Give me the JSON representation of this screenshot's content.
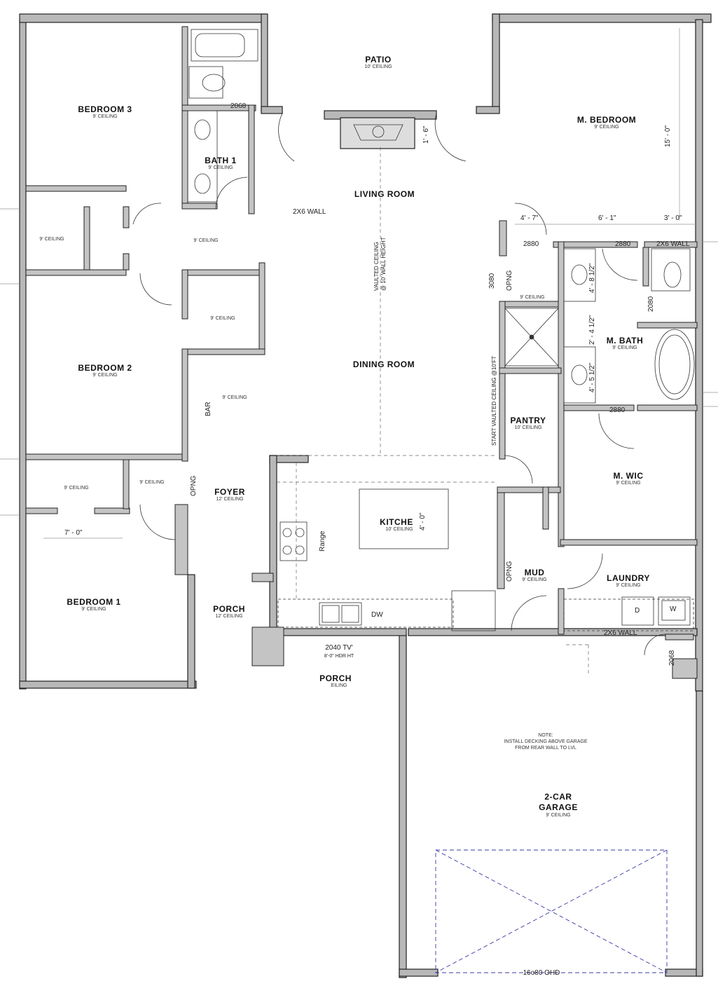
{
  "plan": {
    "rooms": [
      {
        "id": "patio",
        "name": "PATIO",
        "ceiling": "10' CEILING"
      },
      {
        "id": "bedroom3",
        "name": "BEDROOM 3",
        "ceiling": "9' CEILING"
      },
      {
        "id": "bath1",
        "name": "BATH 1",
        "ceiling": "9' CEILING"
      },
      {
        "id": "living",
        "name": "LIVING ROOM",
        "ceiling": ""
      },
      {
        "id": "mbedroom",
        "name": "M. BEDROOM",
        "ceiling": "9' CEILING"
      },
      {
        "id": "bedroom2",
        "name": "BEDROOM 2",
        "ceiling": "9' CEILING"
      },
      {
        "id": "dining",
        "name": "DINING ROOM",
        "ceiling": ""
      },
      {
        "id": "mbath",
        "name": "M. BATH",
        "ceiling": "9' CEILING"
      },
      {
        "id": "pantry",
        "name": "PANTRY",
        "ceiling": "10' CEILING"
      },
      {
        "id": "foyer",
        "name": "FOYER",
        "ceiling": "12' CEILING"
      },
      {
        "id": "kitchen",
        "name": "KITCHE",
        "ceiling": "10' CEILING"
      },
      {
        "id": "mwic",
        "name": "M. WIC",
        "ceiling": "9' CEILING"
      },
      {
        "id": "bedroom1",
        "name": "BEDROOM 1",
        "ceiling": "9' CEILING"
      },
      {
        "id": "porch_front",
        "name": "PORCH",
        "ceiling": "12' CEILING"
      },
      {
        "id": "mud",
        "name": "MUD",
        "ceiling": "9' CEILING"
      },
      {
        "id": "laundry",
        "name": "LAUNDRY",
        "ceiling": "9' CEILING"
      },
      {
        "id": "porch_back",
        "name": "PORCH",
        "ceiling": "EILING"
      },
      {
        "id": "garage",
        "name": "2-CAR\nGARAGE",
        "ceiling": "9' CEILING"
      }
    ],
    "misc_ceilings": {
      "hall": "9' CEILING",
      "closet_b3": "9' CEILING",
      "closet_b2": "9' CEILING",
      "bar_area": "9' CEILING",
      "closet_b1": "9' CEILING",
      "closet_foyer": "9' CEILING",
      "mbath_closet": "9' CEILING"
    },
    "labels": {
      "door_2068_bath": "2068",
      "wall_2x6_left": "2X6 WALL",
      "wall_2x6_mbath": "2X6 WALL",
      "wall_2x6_laundry": "2X6 WALL",
      "dim_1_6": "1' - 6\"",
      "dim_15_0": "15' - 0\"",
      "dim_4_7": "4' - 7\"",
      "dim_6_1": "6' - 1\"",
      "dim_3_0": "3' - 0\"",
      "door_2880_a": "2880",
      "door_2880_b": "2880",
      "door_2880_c": "2880",
      "door_3080": "3080",
      "opng_left": "OPNG",
      "opng_center": "OPNG",
      "opng_mud": "OPNG",
      "door_2080": "2080",
      "dim_4_8": "4' - 8 1/2\"",
      "dim_2_4": "2' - 4 1/2\"",
      "dim_4_5": "4' - 5 1/2\"",
      "vaulted": "VAULTED CEILING",
      "vaulted2": "@ 10' WALL HEIGHT",
      "start_vaulted": "START VAULTED CEILING @10'FT",
      "bar": "BAR",
      "dim_7_0": "7' - 0\"",
      "range": "Range",
      "dim_4_0": "4' - 0\"",
      "dw": "DW",
      "door_2040": "2040 TV'",
      "hdr": "8'-0\" HDR HT",
      "door_2068_laundry": "2068",
      "washer": "W",
      "dryer": "D",
      "note_1": "NOTE:",
      "note_2": "INSTALL DECKING ABOVE GARAGE",
      "note_3": "FROM REAR WALL TO LVL",
      "ohd": "16o80 OHD"
    }
  }
}
